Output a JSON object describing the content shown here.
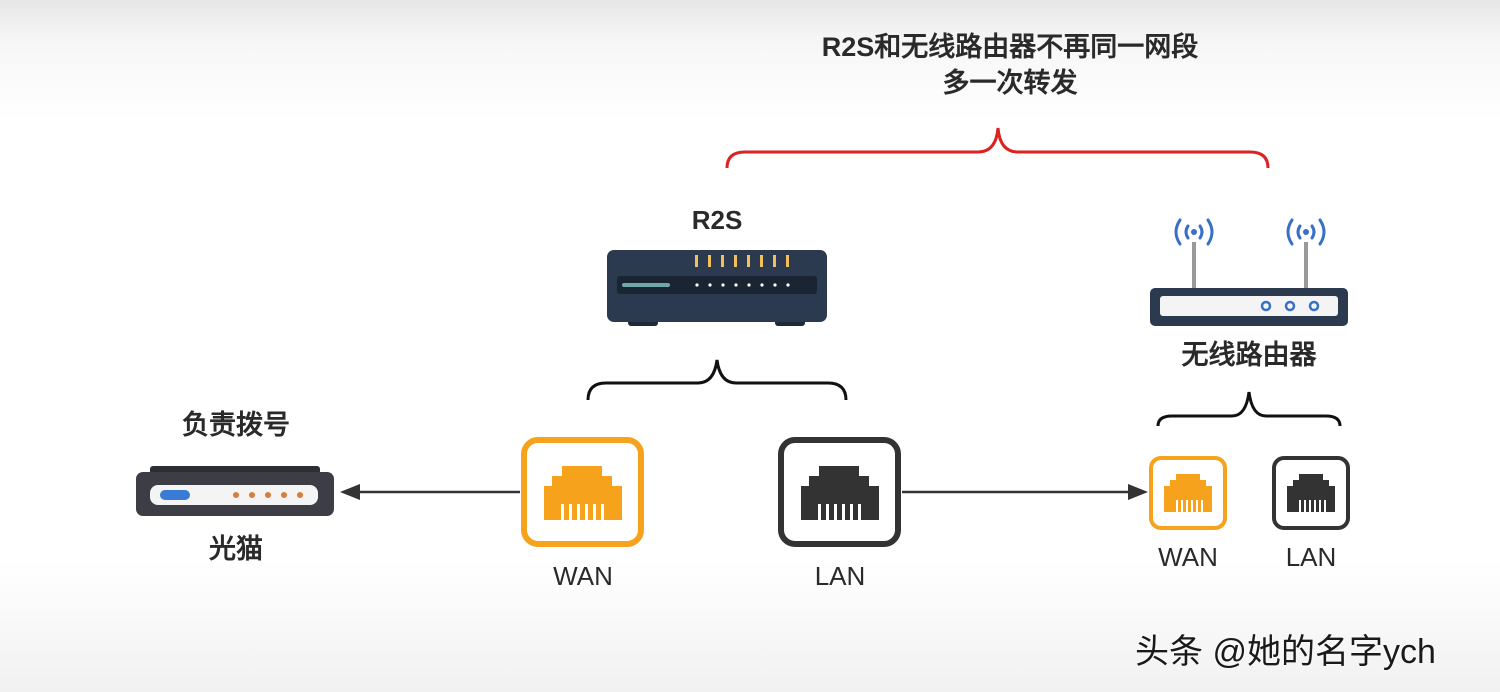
{
  "header": {
    "line1": "R2S和无线路由器不再同一网段",
    "line2": "多一次转发"
  },
  "devices": {
    "modem": {
      "role_label": "负责拨号",
      "name": "光猫",
      "icon": "modem-icon"
    },
    "r2s": {
      "name": "R2S",
      "icon": "router-icon",
      "ports": {
        "wan": "WAN",
        "lan": "LAN"
      }
    },
    "wireless_router": {
      "name": "无线路由器",
      "icon": "wifi-router-icon",
      "ports": {
        "wan": "WAN",
        "lan": "LAN"
      }
    }
  },
  "colors": {
    "accent_brace": "#dd2222",
    "wan_port": "#f6a21c",
    "lan_port": "#333333",
    "device_body": "#2b3a4e",
    "modem_body": "#3d3d45",
    "arrow": "#333333"
  },
  "watermark": "头条 @她的名字ych"
}
